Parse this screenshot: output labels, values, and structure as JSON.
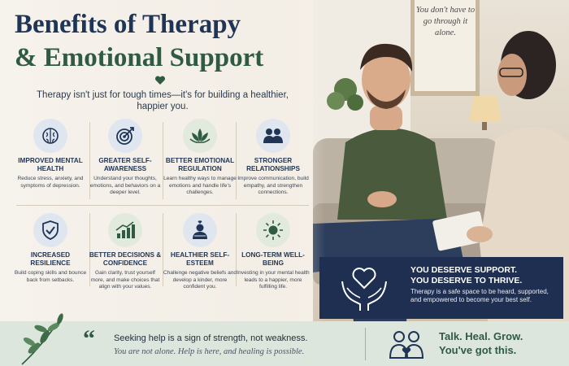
{
  "header": {
    "title_line1": "Benefits of Therapy",
    "title_line2": "& Emotional Support",
    "subtitle": "Therapy isn't just for tough times—it's for building a healthier, happier you."
  },
  "benefits": [
    {
      "icon": "brain-icon",
      "title": "Improved Mental Health",
      "desc": "Reduce stress, anxiety, and symptoms of depression."
    },
    {
      "icon": "target-icon",
      "title": "Greater Self-Awareness",
      "desc": "Understand your thoughts, emotions, and behaviors on a deeper level."
    },
    {
      "icon": "lotus-icon",
      "title": "Better Emotional Regulation",
      "desc": "Learn healthy ways to manage emotions and handle life's challenges."
    },
    {
      "icon": "people-icon",
      "title": "Stronger Relationships",
      "desc": "Improve communication, build empathy, and strengthen connections."
    },
    {
      "icon": "shield-check-icon",
      "title": "Increased Resilience",
      "desc": "Build coping skills and bounce back from setbacks."
    },
    {
      "icon": "growth-chart-icon",
      "title": "Better Decisions & Confidence",
      "desc": "Gain clarity, trust yourself more, and make choices that align with your values."
    },
    {
      "icon": "person-heart-icon",
      "title": "Healthier Self-Esteem",
      "desc": "Challenge negative beliefs and develop a kinder, more confident you."
    },
    {
      "icon": "sun-icon",
      "title": "Long-Term Well-Being",
      "desc": "Investing in your mental health leads to a happier, more fulfilling life."
    }
  ],
  "photo": {
    "wall_sign": "You don't have to go through it alone."
  },
  "card": {
    "heading_line1": "YOU DESERVE SUPPORT.",
    "heading_line2": "YOU DESERVE TO THRIVE.",
    "body": "Therapy is a safe space to be heard, supported, and empowered to become your best self."
  },
  "footer": {
    "quote_line1": "Seeking help is a sign of strength, not weakness.",
    "quote_line2": "You are not alone. Help is here, and healing is possible.",
    "tagline_line1": "Talk. Heal. Grow.",
    "tagline_line2": "You've got this."
  },
  "colors": {
    "navy": "#1f3557",
    "green": "#2f5a43",
    "card": "#1e2f52",
    "bottom": "#dde6dc"
  }
}
